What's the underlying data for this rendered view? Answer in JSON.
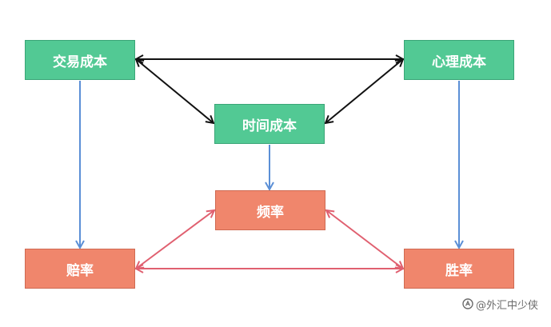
{
  "nodes": {
    "transaction_cost": "交易成本",
    "psychological_cost": "心理成本",
    "time_cost": "时间成本",
    "frequency": "频率",
    "odds": "赔率",
    "win_rate": "胜率"
  },
  "watermark": {
    "text": "@外汇中少侠",
    "icon": "zhihu-logo-icon"
  },
  "colors": {
    "cost_node": "#52c994",
    "result_node": "#f0866c",
    "black_arrow": "#111111",
    "blue_arrow": "#5b8fd6",
    "red_arrow": "#e06070"
  }
}
